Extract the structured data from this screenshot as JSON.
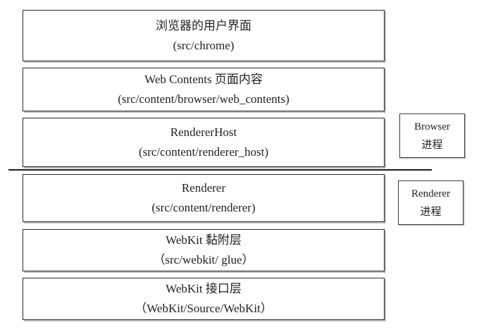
{
  "layers": [
    {
      "title": "浏览器的用户界面",
      "path": "(src/chrome)"
    },
    {
      "title": "Web Contents 页面内容",
      "path": "(src/content/browser/web_contents)"
    },
    {
      "title": "RendererHost",
      "path": "(src/content/renderer_host)"
    },
    {
      "title": "Renderer",
      "path": "(src/content/renderer)"
    },
    {
      "title": "WebKit 黏附层",
      "path": "（src/webkit/ glue）"
    },
    {
      "title": "WebKit 接口层",
      "path": "（WebKit/Source/WebKit）"
    }
  ],
  "process_labels": [
    {
      "name": "Browser",
      "suffix": "进程"
    },
    {
      "name": "Renderer",
      "suffix": "进程"
    }
  ]
}
